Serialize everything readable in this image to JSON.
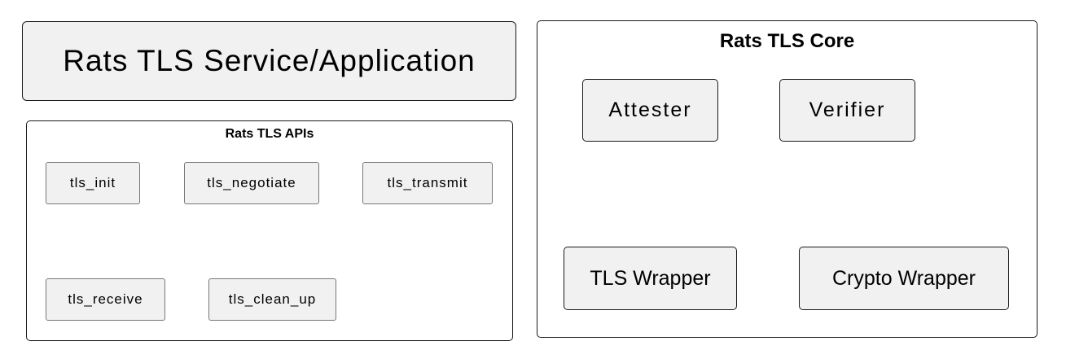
{
  "service_box": {
    "label": "Rats TLS Service/Application"
  },
  "apis_package": {
    "title": "Rats TLS APIs",
    "items": [
      {
        "label": "tls_init"
      },
      {
        "label": "tls_negotiate"
      },
      {
        "label": "tls_transmit"
      },
      {
        "label": "tls_receive"
      },
      {
        "label": "tls_clean_up"
      }
    ]
  },
  "core_package": {
    "title": "Rats TLS Core",
    "items": [
      {
        "label": "Attester"
      },
      {
        "label": "Verifier"
      },
      {
        "label": "TLS Wrapper"
      },
      {
        "label": "Crypto Wrapper"
      }
    ]
  }
}
